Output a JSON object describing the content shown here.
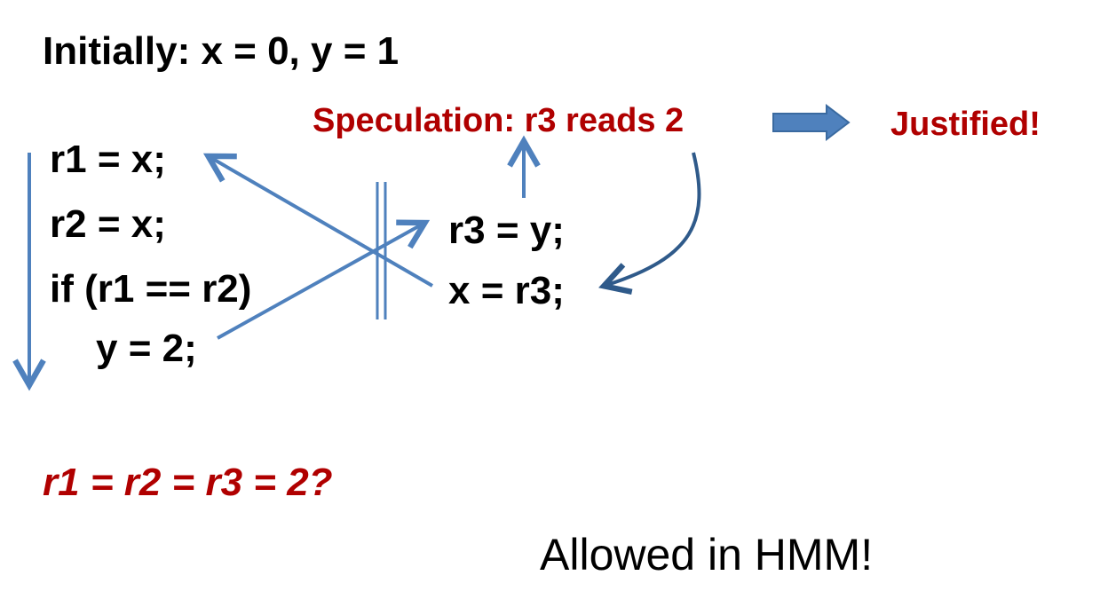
{
  "title": "Initially:  x = 0, y = 1",
  "thread1": {
    "lines": [
      "r1 = x;",
      "r2 = x;",
      "if (r1 == r2)",
      "y = 2;"
    ]
  },
  "thread2": {
    "lines": [
      "r3 = y;",
      "x = r3;"
    ]
  },
  "speculation": "Speculation: r3 reads 2",
  "justified": "Justified!",
  "question": "r1 = r2 = r3 = 2?",
  "verdict": "Allowed in HMM!",
  "colors": {
    "arrow": "#4f81bd",
    "arrow_dark": "#2f5a8a",
    "accent_red": "#b00000",
    "text": "#000000"
  }
}
